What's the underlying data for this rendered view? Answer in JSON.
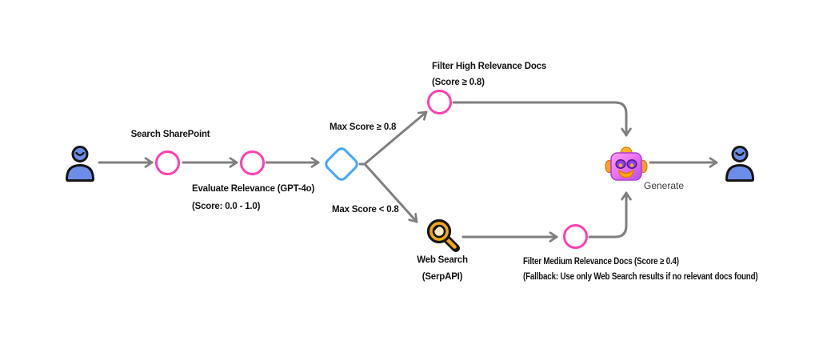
{
  "diagram": {
    "type": "flowchart",
    "description": "RAG pipeline flow from user query through SharePoint search, relevance evaluation, score-based branching to web search fallback, and answer generation",
    "labels": {
      "search_sharepoint": "Search SharePoint",
      "evaluate_line1": "Evaluate Relevance (GPT-4o)",
      "evaluate_line2": "(Score: 0.0 - 1.0)",
      "branch_high": "Max Score ≥ 0.8",
      "branch_low": "Max Score < 0.8",
      "filter_high_line1": "Filter High Relevance Docs",
      "filter_high_line2": "(Score ≥ 0.8)",
      "web_search_line1": "Web Search",
      "web_search_line2": "(SerpAPI)",
      "filter_medium_line1": "Filter Medium Relevance Docs (Score ≥ 0.4)",
      "filter_medium_line2": "(Fallback: Use only Web Search results if no relevant docs found)",
      "generate": "Generate"
    },
    "icons": {
      "start": "user-person-icon",
      "end": "user-person-icon",
      "web_search": "magnifier-icon",
      "generate": "robot-icon"
    },
    "colors": {
      "task_circle": "#ff3fb0",
      "decision_diamond": "#47a7f7",
      "arrow_gray": "#7f7f7f",
      "person_blue": "#6c8de9",
      "magnifier_gold": "#f3a712",
      "robot_pink": "#e56bf7",
      "robot_orange": "#ffa519",
      "label_text": "#121212"
    }
  }
}
